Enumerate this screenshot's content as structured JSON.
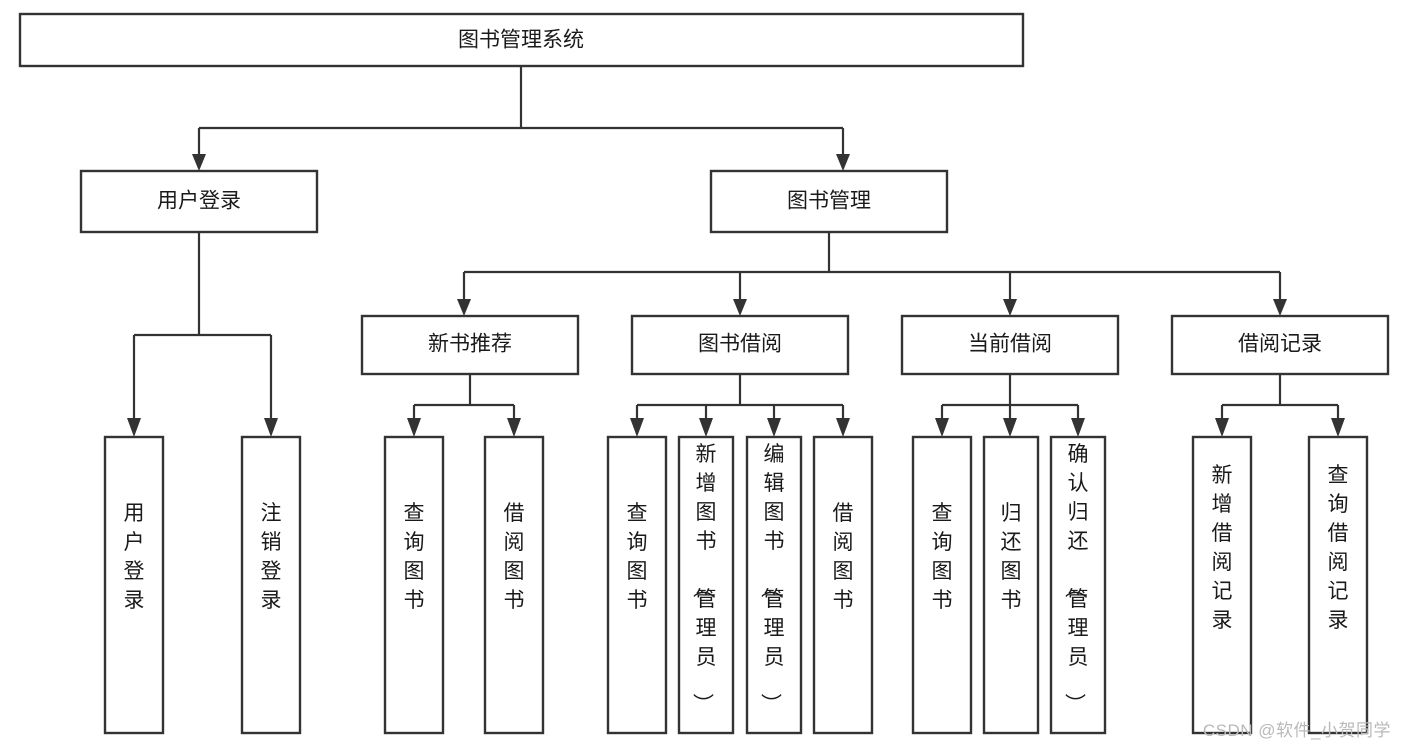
{
  "diagram": {
    "title": "图书管理系统",
    "type": "tree-hierarchy",
    "watermark": "CSDN @软件_小贺同学",
    "colors": {
      "stroke": "#333333",
      "fill": "#ffffff",
      "text": "#1a1a1a",
      "watermark": "#b9b9b9"
    },
    "root": {
      "label": "图书管理系统"
    },
    "level1": [
      {
        "label": "用户登录"
      },
      {
        "label": "图书管理"
      }
    ],
    "level2": [
      {
        "label": "新书推荐"
      },
      {
        "label": "图书借阅"
      },
      {
        "label": "当前借阅"
      },
      {
        "label": "借阅记录"
      }
    ],
    "leaves": {
      "user_login": [
        {
          "label": "用户登录"
        },
        {
          "label": "注销登录"
        }
      ],
      "new_book": [
        {
          "label": "查询图书"
        },
        {
          "label": "借阅图书"
        }
      ],
      "book_borrow": [
        {
          "label": "查询图书"
        },
        {
          "label": "新增图书（管理员）"
        },
        {
          "label": "编辑图书（管理员）"
        },
        {
          "label": "借阅图书"
        }
      ],
      "current_borrow": [
        {
          "label": "查询图书"
        },
        {
          "label": "归还图书"
        },
        {
          "label": "确认归还（管理员）"
        }
      ],
      "borrow_record": [
        {
          "label": "新增借阅记录"
        },
        {
          "label": "查询借阅记录"
        }
      ]
    }
  }
}
